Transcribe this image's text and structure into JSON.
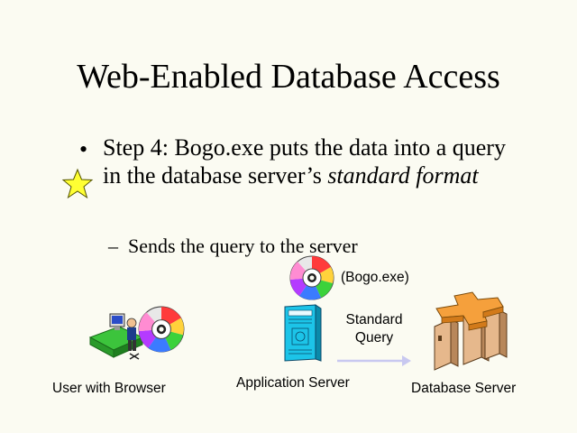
{
  "slide": {
    "title": "Web-Enabled Database Access",
    "bullet": {
      "marker": "•",
      "text_prefix": "Step 4: Bogo.exe puts the data into a query in the database server’s ",
      "text_emphasis": "standard format"
    },
    "sub_bullet": {
      "marker": "–",
      "text": "Sends the query to the server"
    }
  },
  "diagram": {
    "user_label": "User with Browser",
    "app_server_label": "Application Server",
    "db_server_label": "Database Server",
    "program_label": "(Bogo.exe)",
    "arrow_label_line1": "Standard",
    "arrow_label_line2": "Query"
  },
  "colors": {
    "background": "#fbfbf2",
    "star_fill": "#ffff33",
    "arrow": "#c8c8f0",
    "database_orange": "#f5a03c",
    "server_tower": "#e6b88c",
    "app_server_cyan": "#1cc4e8"
  },
  "icons": {
    "star": "star-icon",
    "cd": "cd-disc-icon",
    "user": "user-computer-icon",
    "app_server": "application-server-icon",
    "database": "database-server-icon"
  }
}
